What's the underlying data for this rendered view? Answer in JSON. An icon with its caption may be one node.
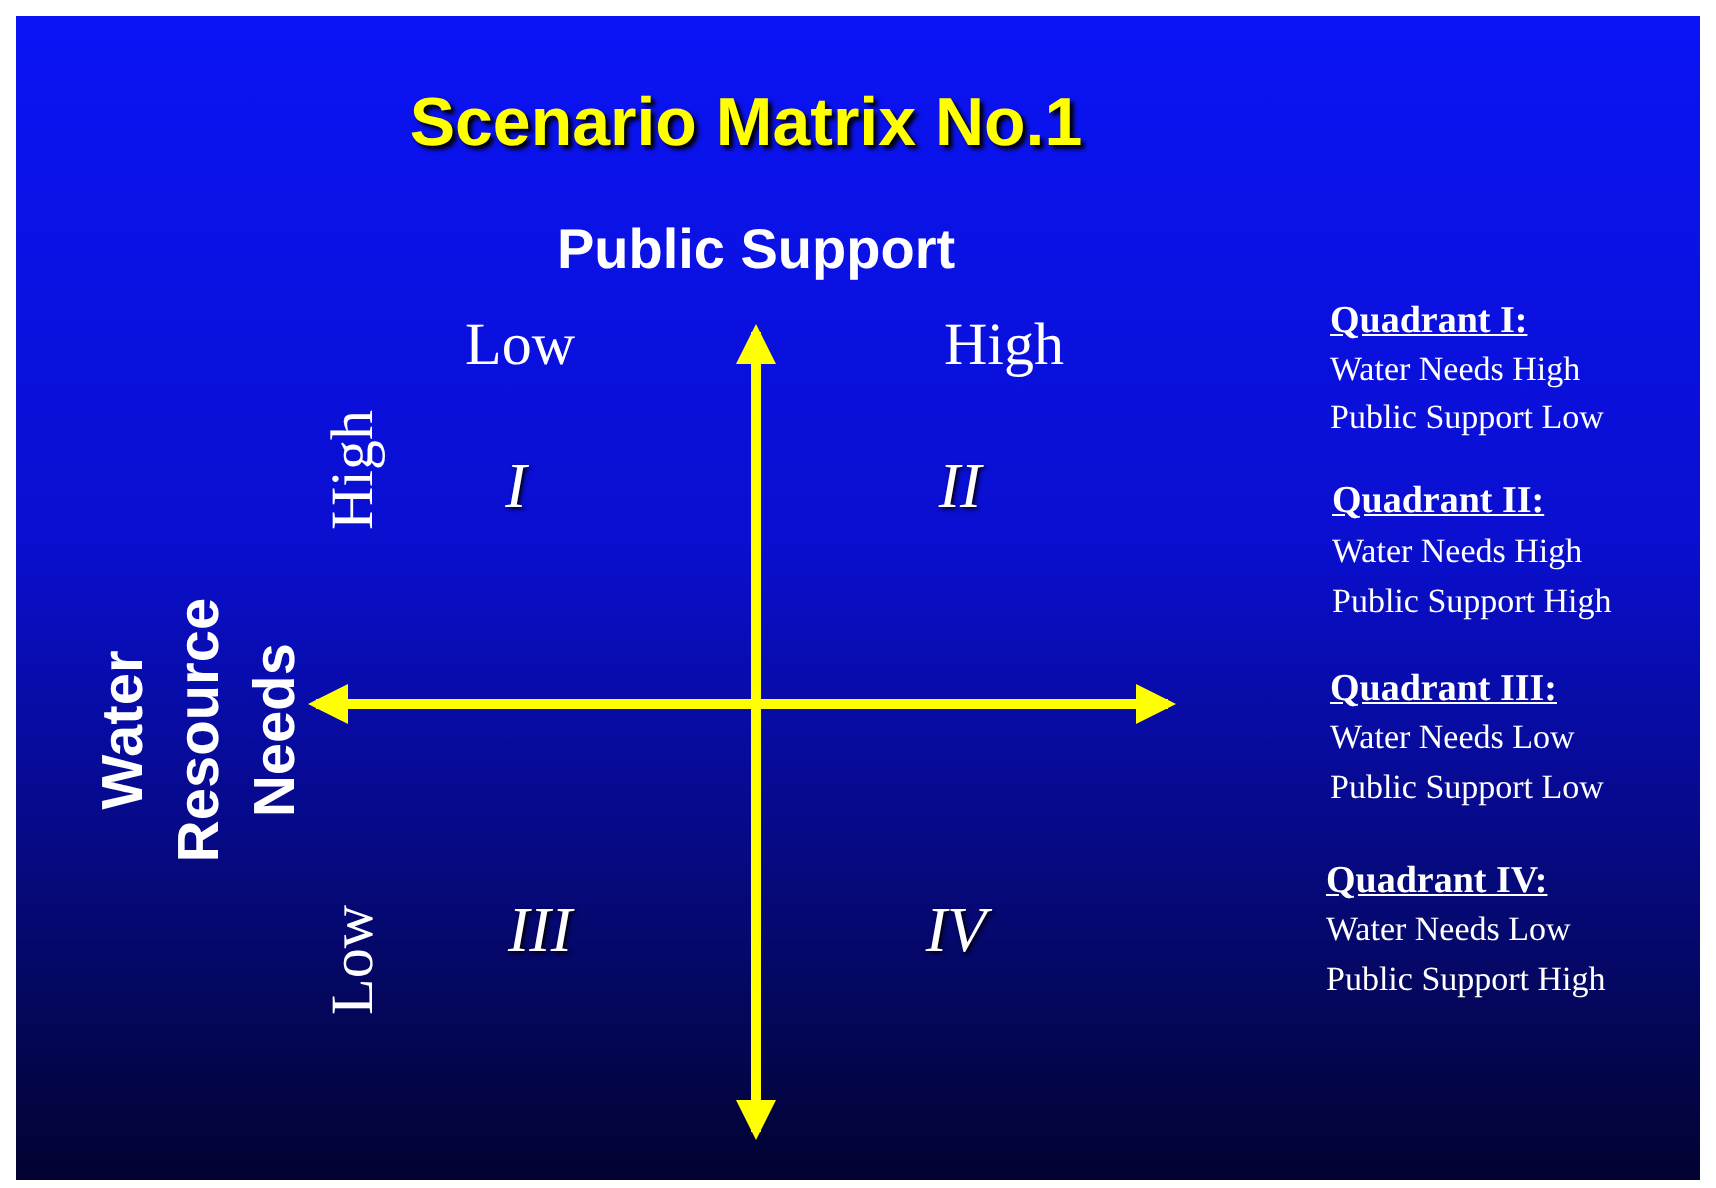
{
  "diagram": {
    "title": "Scenario Matrix No.1",
    "labels": [
      "Public Support",
      "Low",
      "High",
      "Quadrant I:",
      "Water Needs High",
      "Public Support Low",
      "High",
      "I",
      "II",
      "Quadrant II:",
      "Water Needs High",
      "Public Support High",
      "Water Resource Needs",
      "Quadrant III:",
      "Water Needs Low",
      "Public Support Low",
      "Low",
      "III",
      "IV",
      "Quadrant IV:",
      "Water Needs Low",
      "Public Support High"
    ]
  }
}
